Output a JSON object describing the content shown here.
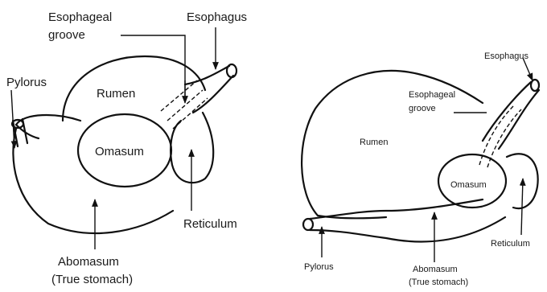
{
  "left_diagram": {
    "labels": {
      "esophageal_groove_line1": "Esophageal",
      "esophageal_groove_line2": "groove",
      "esophagus": "Esophagus",
      "pylorus": "Pylorus",
      "rumen": "Rumen",
      "omasum": "Omasum",
      "reticulum": "Reticulum",
      "abomasum_line1": "Abomasum",
      "abomasum_line2": "(True stomach)"
    }
  },
  "right_diagram": {
    "labels": {
      "esophagus": "Esophagus",
      "esophageal_groove_line1": "Esophageal",
      "esophageal_groove_line2": "groove",
      "rumen": "Rumen",
      "omasum": "Omasum",
      "reticulum": "Reticulum",
      "pylorus": "Pylorus",
      "abomasum_line1": "Abomasum",
      "abomasum_line2": "(True stomach)"
    }
  }
}
